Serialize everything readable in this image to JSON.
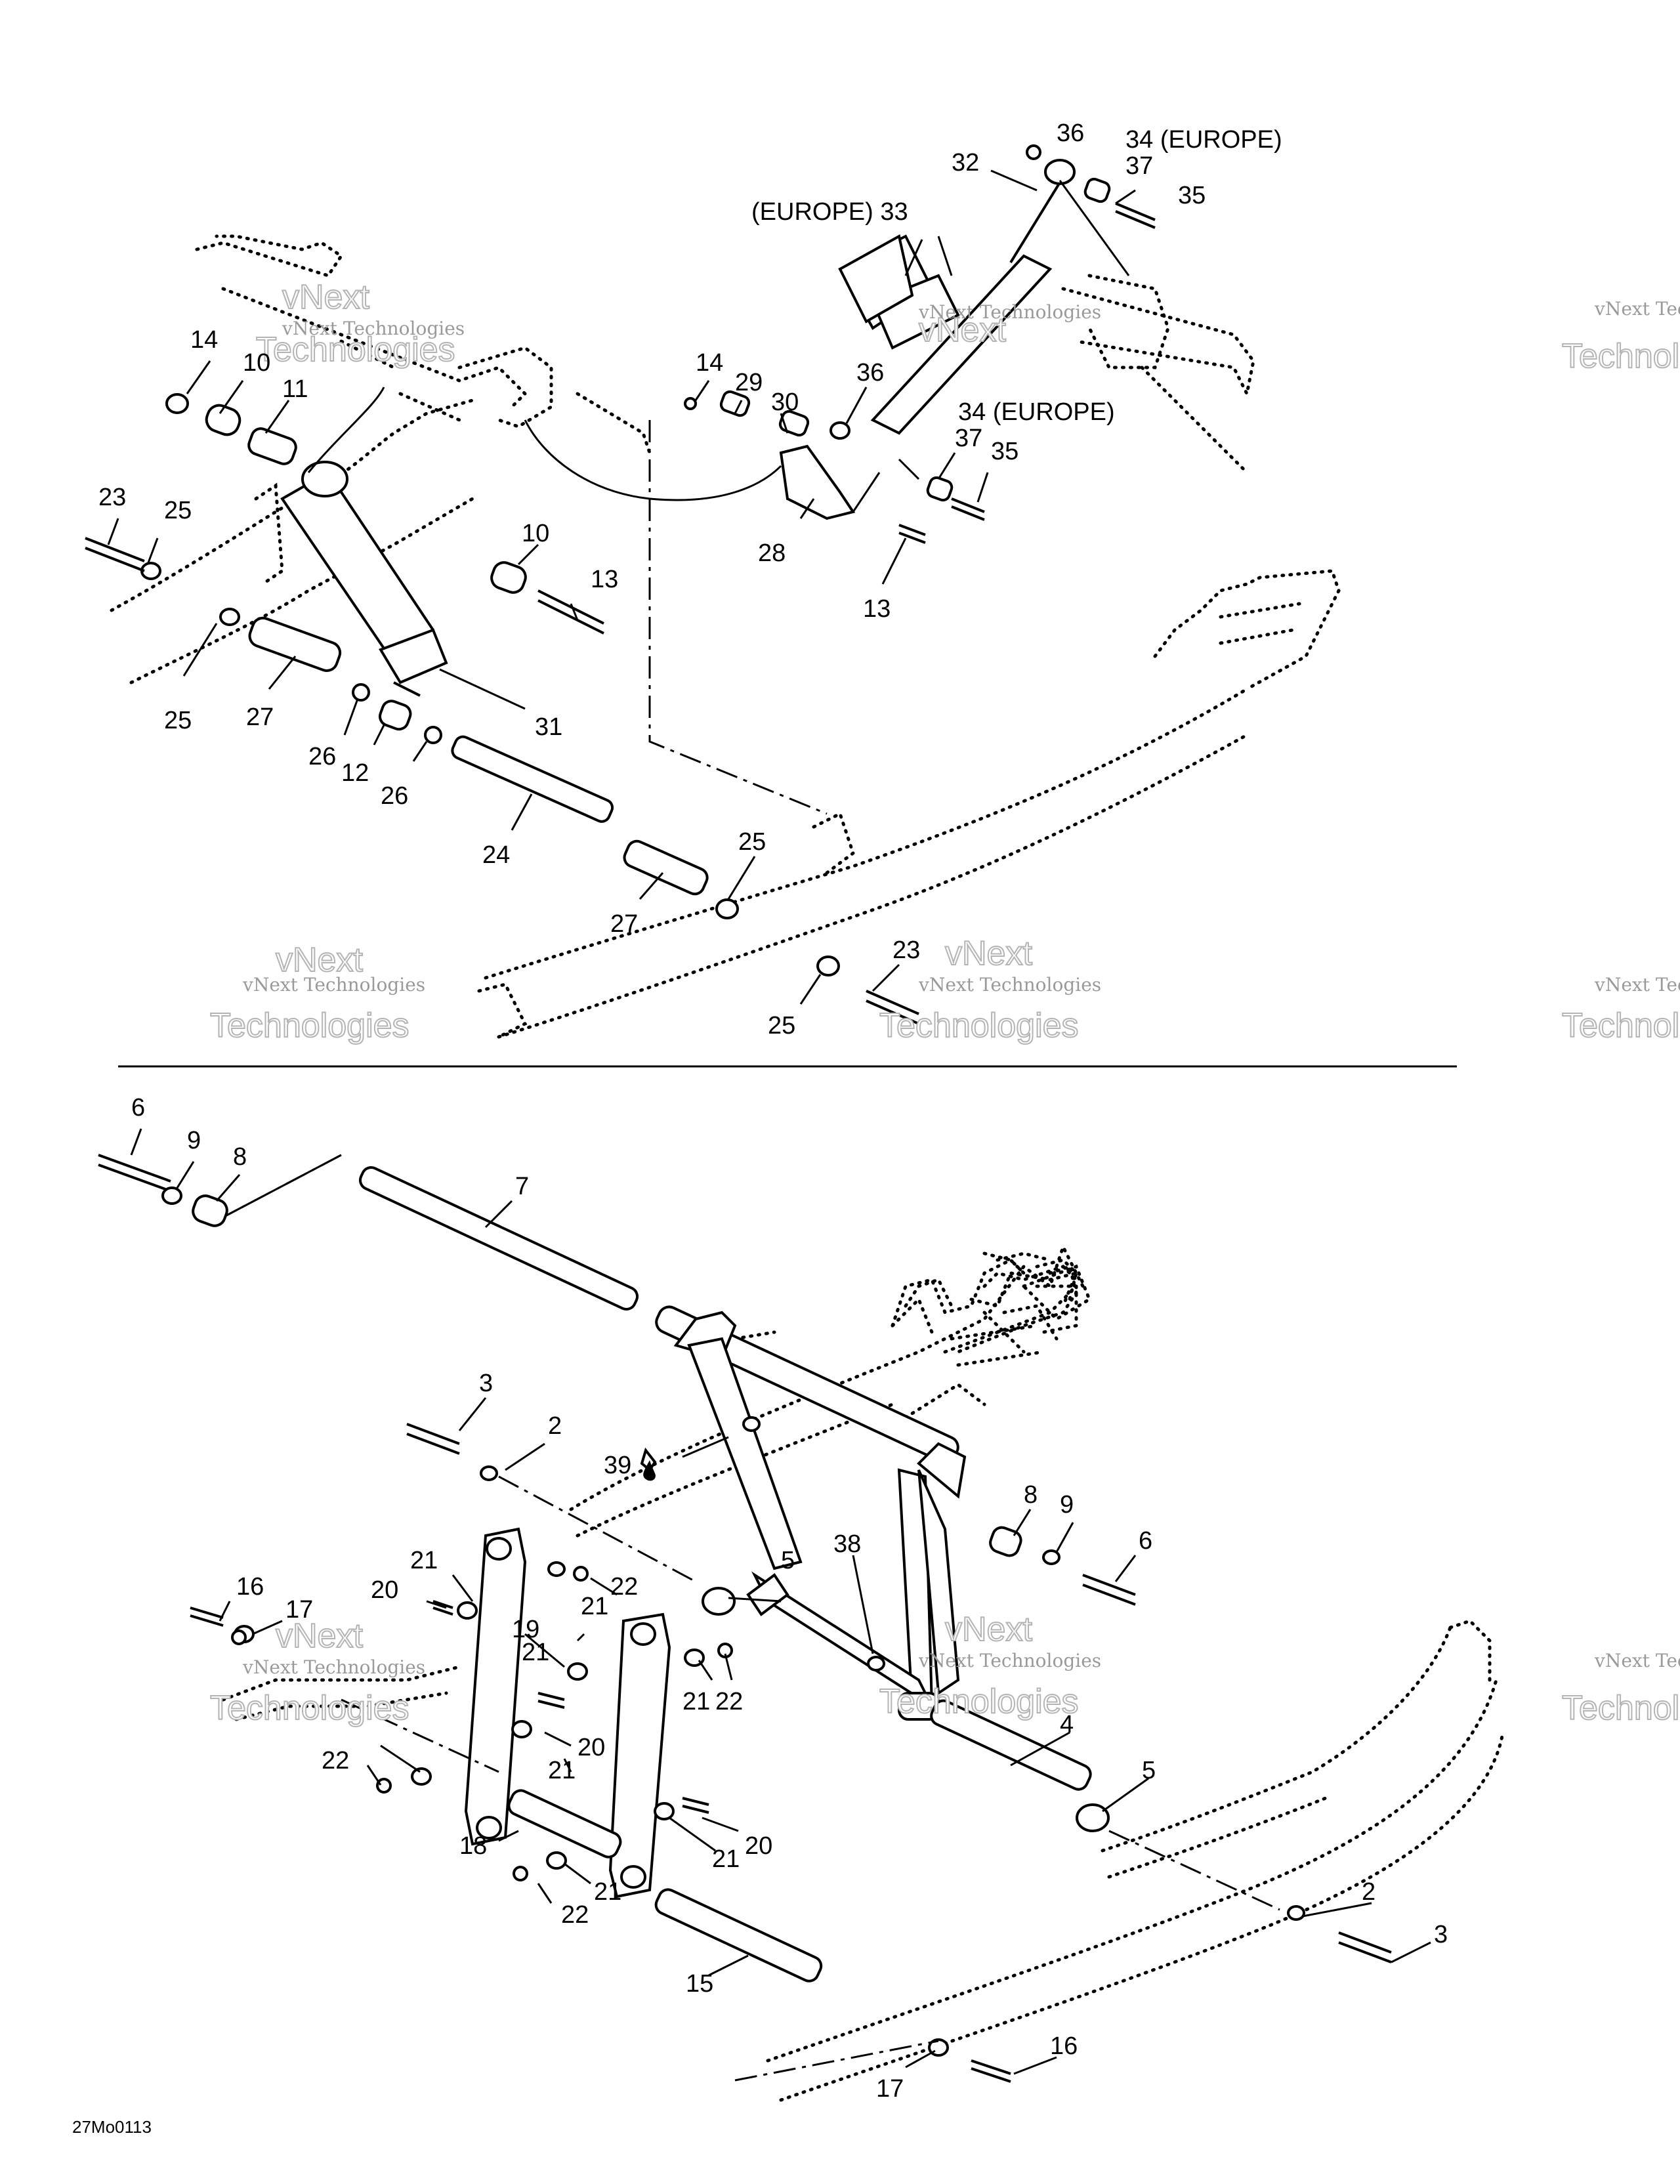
{
  "diagram": {
    "code": "27Mo0113",
    "callouts_top": [
      "36",
      "34 (EUROPE)",
      "37",
      "35",
      "32",
      "(EUROPE) 33",
      "14",
      "10",
      "11",
      "14",
      "29",
      "30",
      "36",
      "34 (EUROPE)",
      "37",
      "35",
      "23",
      "25",
      "10",
      "13",
      "28",
      "13",
      "25",
      "27",
      "31",
      "26",
      "12",
      "26",
      "24",
      "25",
      "27",
      "23",
      "25"
    ],
    "callouts_bottom": [
      "6",
      "9",
      "8",
      "7",
      "3",
      "2",
      "39",
      "8",
      "9",
      "6",
      "38",
      "21",
      "20",
      "22",
      "5",
      "16",
      "17",
      "21",
      "19",
      "21",
      "22",
      "21",
      "20",
      "21",
      "4",
      "22",
      "5",
      "20",
      "18",
      "21",
      "22",
      "21",
      "2",
      "15",
      "3",
      "17",
      "16"
    ],
    "watermark": {
      "line1": "vNext Technologies",
      "line2": "vNext",
      "line3": "Technologies"
    }
  }
}
